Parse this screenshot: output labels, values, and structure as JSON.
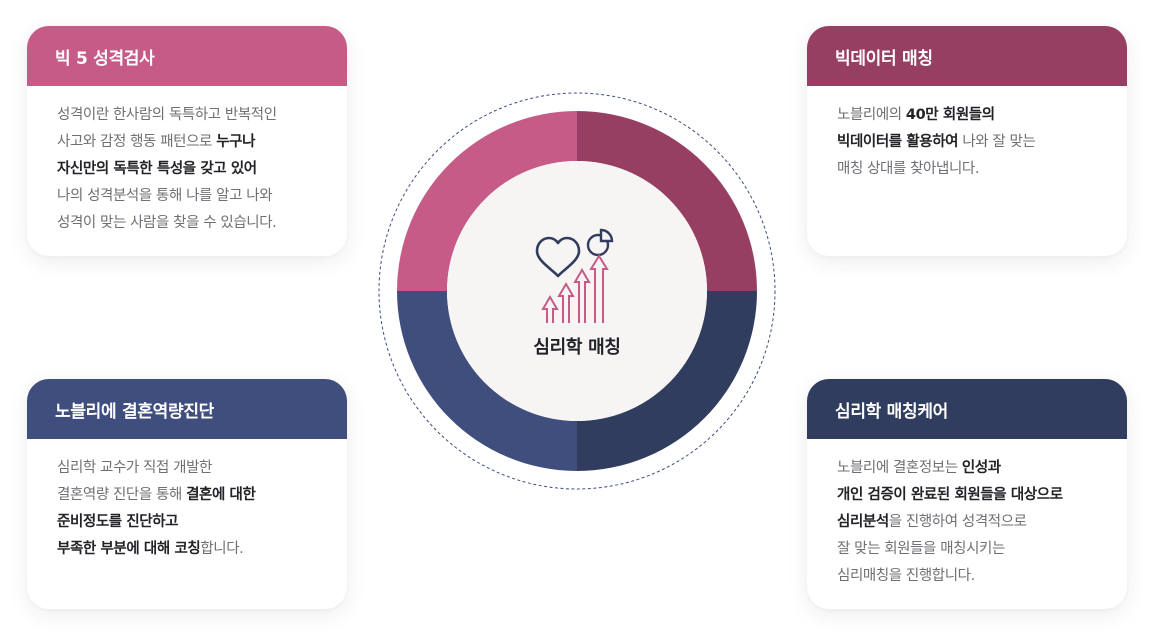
{
  "center": {
    "title": "심리학 매칭",
    "icons": [
      "heart-icon",
      "pie-chart-icon",
      "growth-arrows-icon"
    ]
  },
  "colors": {
    "pink": "#c55b86",
    "wine": "#973f63",
    "blue": "#3f4e7d",
    "navy": "#313d5f",
    "center_bg": "#f7f5f4"
  },
  "cards": {
    "big5": {
      "title": "빅 5 성격검사",
      "lines": [
        [
          {
            "t": "성격이란 한사람의 독특하고 반복적인",
            "b": false
          }
        ],
        [
          {
            "t": "사고와 감정 행동 패턴으로 ",
            "b": false
          },
          {
            "t": "누구나",
            "b": true
          }
        ],
        [
          {
            "t": "자신만의 독특한 특성을 갖고 있어",
            "b": true
          }
        ],
        [
          {
            "t": "나의 성격분석을 통해 나를 알고 나와",
            "b": false
          }
        ],
        [
          {
            "t": "성격이 맞는 사람을 찾을 수 있습니다.",
            "b": false
          }
        ]
      ]
    },
    "bigdata": {
      "title": "빅데이터 매칭",
      "lines": [
        [
          {
            "t": "노블리에의 ",
            "b": false
          },
          {
            "t": "40만 회원들의",
            "b": true
          }
        ],
        [
          {
            "t": "빅데이터를 활용하여",
            "b": true
          },
          {
            "t": " 나와 잘 맞는",
            "b": false
          }
        ],
        [
          {
            "t": "매칭 상대를 찾아냅니다.",
            "b": false
          }
        ]
      ]
    },
    "diagnosis": {
      "title": "노블리에 결혼역량진단",
      "lines": [
        [
          {
            "t": "심리학 교수가 직접 개발한",
            "b": false
          }
        ],
        [
          {
            "t": "결혼역량 진단을 통해 ",
            "b": false
          },
          {
            "t": "결혼에 대한",
            "b": true
          }
        ],
        [
          {
            "t": "준비정도를 진단하고",
            "b": true
          }
        ],
        [
          {
            "t": "부족한 부분에 대해 코칭",
            "b": true
          },
          {
            "t": "합니다.",
            "b": false
          }
        ]
      ]
    },
    "care": {
      "title": "심리학 매칭케어",
      "lines": [
        [
          {
            "t": "노블리에 결혼정보는 ",
            "b": false
          },
          {
            "t": "인성과",
            "b": true
          }
        ],
        [
          {
            "t": "개인 검증이 완료된 회원들을 대상으로",
            "b": true
          }
        ],
        [
          {
            "t": "심리분석",
            "b": true
          },
          {
            "t": "을 진행하여 성격적으로",
            "b": false
          }
        ],
        [
          {
            "t": "잘 맞는 회원들을 매칭시키는",
            "b": false
          }
        ],
        [
          {
            "t": "심리매칭을 진행합니다.",
            "b": false
          }
        ]
      ]
    }
  }
}
